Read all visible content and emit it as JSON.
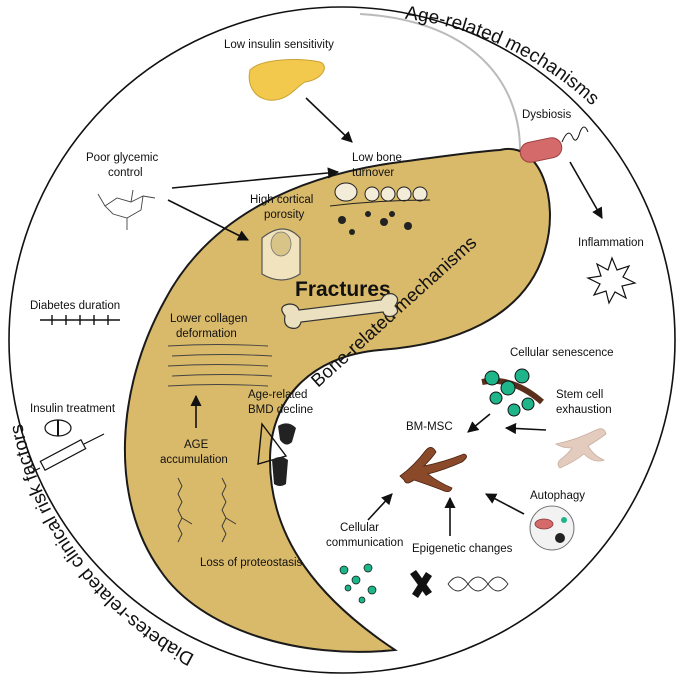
{
  "titles": {
    "age_related": "Age-related mechanisms",
    "diabetes_related": "Diabetes-related clinical risk factors",
    "bone_related": "Bone-related mechanisms",
    "center": "Fractures"
  },
  "labels": {
    "low_insulin_sensitivity": "Low insulin sensitivity",
    "dysbiosis": "Dysbiosis",
    "poor_glycemic_1": "Poor glycemic",
    "poor_glycemic_2": "control",
    "low_bone_1": "Low bone",
    "low_bone_2": "turnover",
    "high_cortical_1": "High cortical",
    "high_cortical_2": "porosity",
    "inflammation": "Inflammation",
    "diabetes_duration": "Diabetes duration",
    "lower_collagen_1": "Lower collagen",
    "lower_collagen_2": "deformation",
    "cellular_senescence": "Cellular senescence",
    "insulin_treatment": "Insulin treatment",
    "age_bmd_1": "Age-related",
    "age_bmd_2": "BMD decline",
    "stem_cell_1": "Stem cell",
    "stem_cell_2": "exhaustion",
    "bm_msc": "BM-MSC",
    "age_acc_1": "AGE",
    "age_acc_2": "accumulation",
    "autophagy": "Autophagy",
    "cellular_comm_1": "Cellular",
    "cellular_comm_2": "communication",
    "epigenetic": "Epigenetic changes",
    "loss_proteostasis": "Loss of proteostasis"
  },
  "colors": {
    "bone_fill": "#d9b96a",
    "bone_stroke": "#1a1a1a",
    "pancreas": "#f2c94c",
    "bacterium": "#d46a6a",
    "msc": "#8a4a2a",
    "stem_faded": "#e3cbbd",
    "senescent": "#1fb58a"
  }
}
